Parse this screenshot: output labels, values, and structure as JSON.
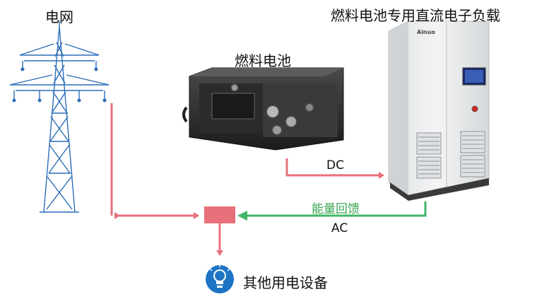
{
  "labels": {
    "grid": "电网",
    "fuel_cell": "燃料电池",
    "dc_load": "燃料电池专用直流电子负载",
    "dc": "DC",
    "ac": "AC",
    "energy_feedback": "能量回馈",
    "other_devices": "其他用电设备",
    "brand": "Ainuo"
  },
  "colors": {
    "red_flow": "#e8707b",
    "green_flow": "#3fb667",
    "tower": "#2c6db8",
    "bulb_bg": "#1d74c5",
    "feedback_text": "#3aa655",
    "cabinet": "#eceeef"
  },
  "icons": {
    "grid": "power-tower-icon",
    "device": "lightbulb-icon"
  }
}
